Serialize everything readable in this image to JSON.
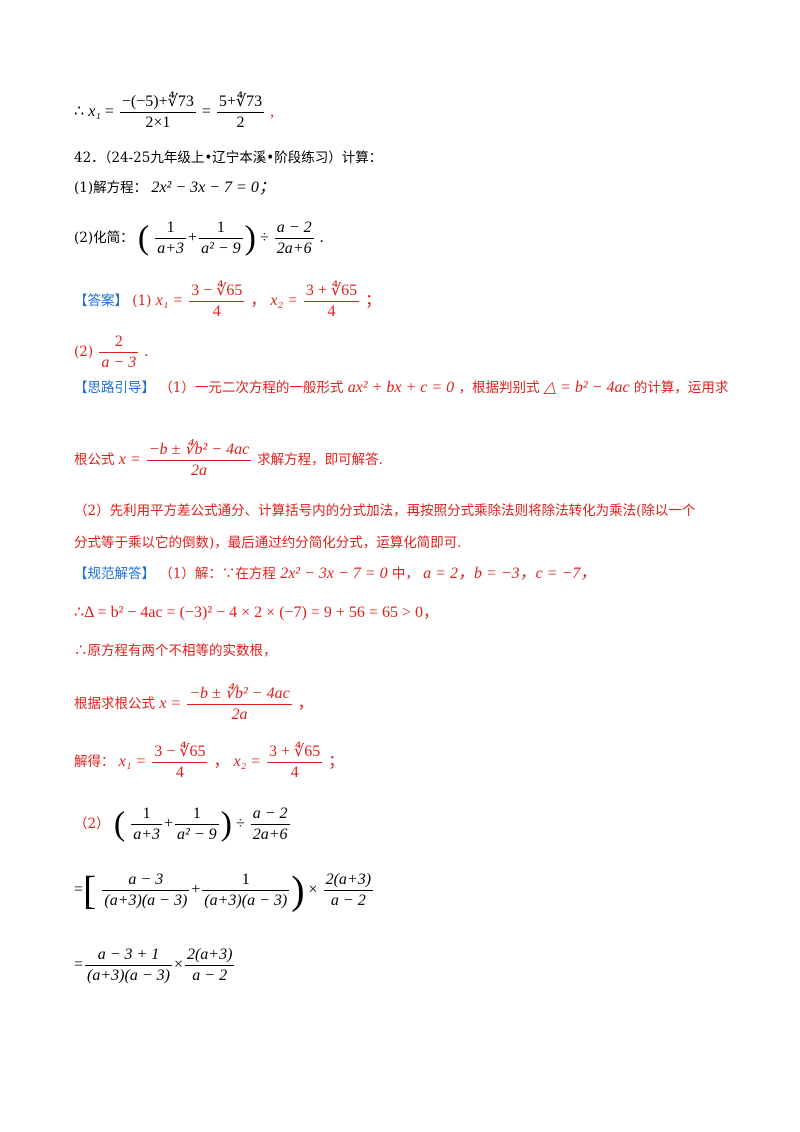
{
  "colors": {
    "answer": "#e0201c",
    "tag": "#1d6fd6",
    "text": "#000000"
  },
  "line_prev": {
    "therefore": "∴",
    "x1": "x₁",
    "eq": "=",
    "num1": "−(−5)+∜73",
    "den1": "2×1",
    "num2": "5+∜73",
    "den2": "2",
    "end": ","
  },
  "q42": {
    "header": "42．（24-25九年级上•辽宁本溪•阶段练习）计算：",
    "p1_label": "(1)解方程：",
    "p1_eq": "2x² − 3x − 7 = 0；",
    "p2_label": "(2)化简：",
    "p2_f1_num": "1",
    "p2_f1_den": "a+3",
    "p2_f2_num": "1",
    "p2_f2_den": "a² − 9",
    "p2_f3_num": "a − 2",
    "p2_f3_den": "2a+6",
    "p2_end": "."
  },
  "answer": {
    "tag": "【答案】",
    "p1_label": "(1)",
    "x1": "x₁ =",
    "x1_num": "3 − ∜65",
    "x1_den": "4",
    "sep": "，",
    "x2": "x₂ =",
    "x2_num": "3 + ∜65",
    "x2_den": "4",
    "end": "；",
    "p2_label": "(2)",
    "p2_num": "2",
    "p2_den": "a − 3",
    "p2_end": "."
  },
  "hint": {
    "tag": "【思路引导】",
    "line1": "（1）一元二次方程的一般形式",
    "general": "ax² + bx + c = 0",
    "line1b": "，根据判别式",
    "delta": "△ = b² − 4ac",
    "line1c": "的计算，运用求",
    "line2a": "根公式",
    "line2_x": "x =",
    "formula_num": "−b ± ∜b² − 4ac",
    "formula_den": "2a",
    "line2b": "求解方程，即可解答.",
    "line3": "（2）先利用平方差公式通分、计算括号内的分式加法，再按照分式乘除法则将除法转化为乘法(除以一个",
    "line4": "分式等于乘以它的倒数)，最后通过约分简化分式，运算化简即可."
  },
  "solution": {
    "tag": "【规范解答】",
    "s1": "（1）解：∵在方程",
    "s1_eq": "2x² − 3x − 7 = 0",
    "s1b": "中，",
    "s1_vals": "a = 2，b = −3，c = −7，",
    "s2": "∴Δ = b² − 4ac = (−3)² − 4 × 2 × (−7) = 9 + 56 = 65 > 0，",
    "s3": "∴原方程有两个不相等的实数根，",
    "s4": "根据求根公式",
    "s4_x": "x =",
    "s4_num": "−b ± ∜b² − 4ac",
    "s4_den": "2a",
    "s4_end": "，",
    "s5": "解得：",
    "s5_x1": "x₁ =",
    "s5_x1_num": "3 − ∜65",
    "s5_x1_den": "4",
    "s5_sep": "，",
    "s5_x2": "x₂ =",
    "s5_x2_num": "3 + ∜65",
    "s5_x2_den": "4",
    "s5_end": "；",
    "s6": "（2）",
    "s6_f1_num": "1",
    "s6_f1_den": "a+3",
    "s6_f2_num": "1",
    "s6_f2_den": "a² − 9",
    "s6_f3_num": "a − 2",
    "s6_f3_den": "2a+6",
    "s7_f1_num": "a − 3",
    "s7_f1_den": "(a+3)(a − 3)",
    "s7_f2_num": "1",
    "s7_f2_den": "(a+3)(a − 3)",
    "s7_f3_num": "2(a+3)",
    "s7_f3_den": "a − 2",
    "s8_f1_num": "a − 3 + 1",
    "s8_f1_den": "(a+3)(a − 3)",
    "s8_f2_num": "2(a+3)",
    "s8_f2_den": "a − 2"
  }
}
